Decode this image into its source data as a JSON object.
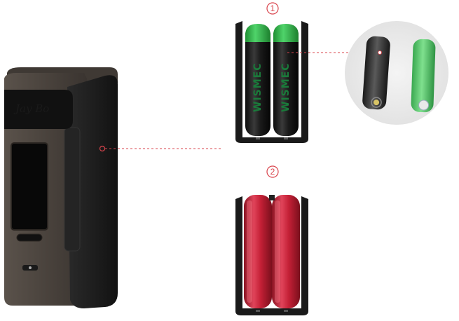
{
  "callouts": [
    {
      "number": "1"
    },
    {
      "number": "2"
    }
  ],
  "mod": {
    "brand_script": "Jay Bo"
  },
  "batteries": {
    "wrap_text": "WISMEC"
  },
  "colors": {
    "callout_red": "#d9444c",
    "mod_body": "#4a433d",
    "mod_grip": "#1c1c1c",
    "battery_green_cap": "#3fbf55",
    "battery_red": "#d02a3e",
    "wrap_text_green": "#1a7a3a"
  },
  "icons": [
    "leader-dot-icon",
    "callout-circle-icon"
  ]
}
